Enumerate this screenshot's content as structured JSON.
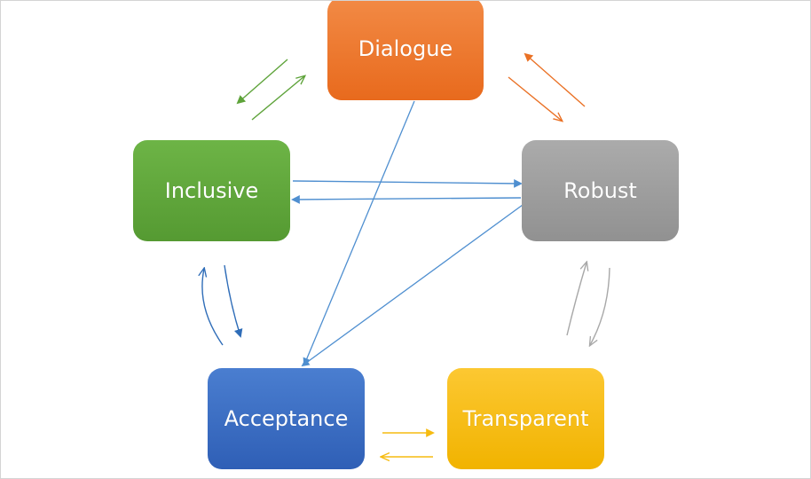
{
  "nodes": {
    "dialogue": {
      "label": "Dialogue",
      "color": "#ea7125"
    },
    "inclusive": {
      "label": "Inclusive",
      "color": "#5ea33a"
    },
    "robust": {
      "label": "Robust",
      "color": "#9d9d9d"
    },
    "acceptance": {
      "label": "Acceptance",
      "color": "#3c6cc0"
    },
    "transparent": {
      "label": "Transparent",
      "color": "#f6bb10"
    }
  },
  "edge_colors": {
    "green": "#5ea33a",
    "orange": "#ea7125",
    "blue": "#4f8fd0",
    "gray": "#a8a8a8",
    "yellow": "#f6bb10"
  }
}
